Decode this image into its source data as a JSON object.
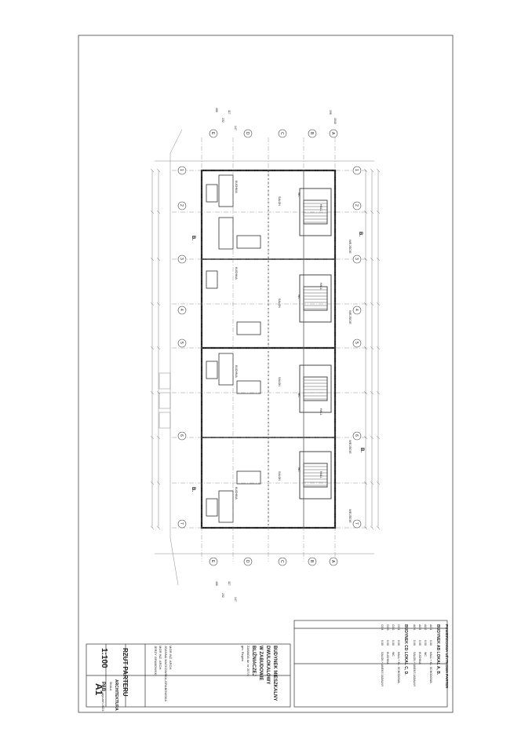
{
  "drawing": {
    "rotation": "portrait sheet, content rotated 90 degrees clockwise",
    "line_color": "#333333",
    "title": "RZUT PARTERU",
    "scale": "1:100",
    "sheet_number": "A1",
    "discipline": "ARCHITEKTURA",
    "scale_label": "SKALA",
    "stage_code": "PAB",
    "date": "styczeń 2024",
    "project_title_lines": [
      "BUDYNEK MIESZKALNY",
      "DWULOKALOWY",
      "W ZABUDOWIE",
      "BLIŹNIACZEJ"
    ],
    "address_lines": [
      "ZAWADA dz. nr 207/4",
      "gm. Rzgów"
    ],
    "designer_lines": [
      "MGR INŻ. ARCH.",
      "JOANNA MAĆKOWSKA-GRABOWSKA"
    ],
    "checker_lines": [
      "MGR INŻ. ARCH.",
      "JERZY GRABOWSKI"
    ]
  },
  "area_table": {
    "title": "POWIERZCHNIA UŻYTKOWA PARTER",
    "sections": [
      {
        "heading": "BUDYNEK AB  LOKAL A, B.",
        "rows": [
          [
            "A0.1",
            "0,00",
            "HALL + KL. SCHODOWA"
          ],
          [
            "A0.2",
            "0,00",
            "WC"
          ],
          [
            "A0.3",
            "0,00",
            "KUCHNIA"
          ],
          [
            "A0.4",
            "0,00",
            "SALON + ANEKS JADALNY"
          ]
        ]
      },
      {
        "heading": "BUDYNEK CD  LOKAL C, D.",
        "rows": [
          [
            "C0.1",
            "0,00",
            "HALL + KL. SCHODOWA"
          ],
          [
            "C0.2",
            "0,00",
            "WC"
          ],
          [
            "C0.3",
            "0,00",
            "KUCHNIA"
          ],
          [
            "C0.4",
            "0,00",
            "SALON + ANEKS JADALNY"
          ]
        ]
      }
    ]
  },
  "grid": {
    "numbers": [
      "1",
      "2",
      "3",
      "4",
      "5",
      "6",
      "7"
    ],
    "letters": [
      "A",
      "B",
      "C",
      "D",
      "E"
    ],
    "section_marks": [
      "B.",
      "B."
    ],
    "room_labels": [
      "KUCHNIA",
      "SALON",
      "WC",
      "HALL"
    ],
    "entrance_label": "WEJŚCIE",
    "dimensions": [
      "466",
      "232",
      "117",
      "147",
      "196",
      "1040"
    ]
  }
}
